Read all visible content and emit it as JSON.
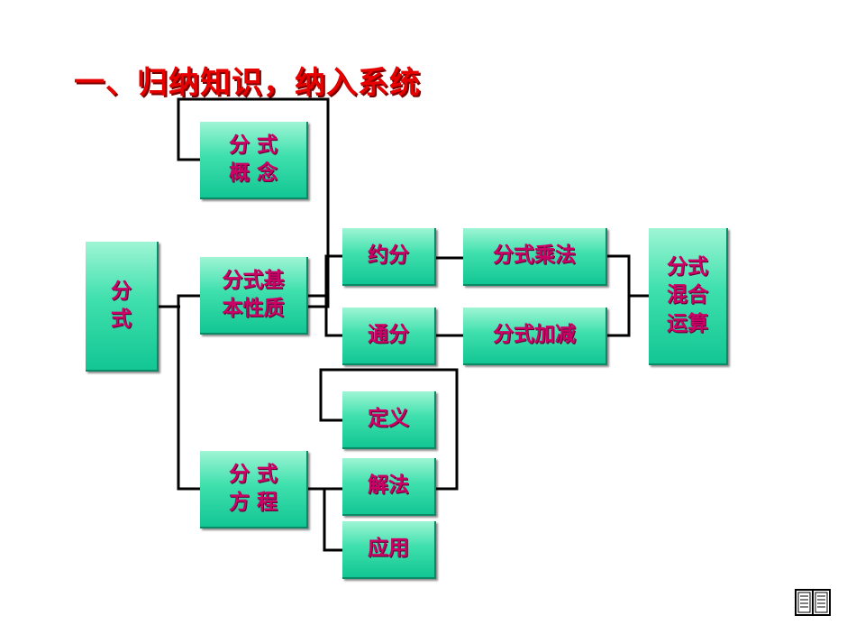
{
  "title": "一、归纳知识，纳入系统",
  "nodes": {
    "root": "分\n式",
    "concept": "分 式\n概 念",
    "property": "分式基\n本性质",
    "equation": "分 式\n方 程",
    "reduce": "约分",
    "common_denominator": "通分",
    "multiply_divide": "分式乘法",
    "add_subtract": "分式加减",
    "mixed_ops": "分式\n混合\n运算",
    "definition": "定义",
    "solution": "解法",
    "application": "应用"
  },
  "icons": {
    "corner": "book-icon"
  }
}
